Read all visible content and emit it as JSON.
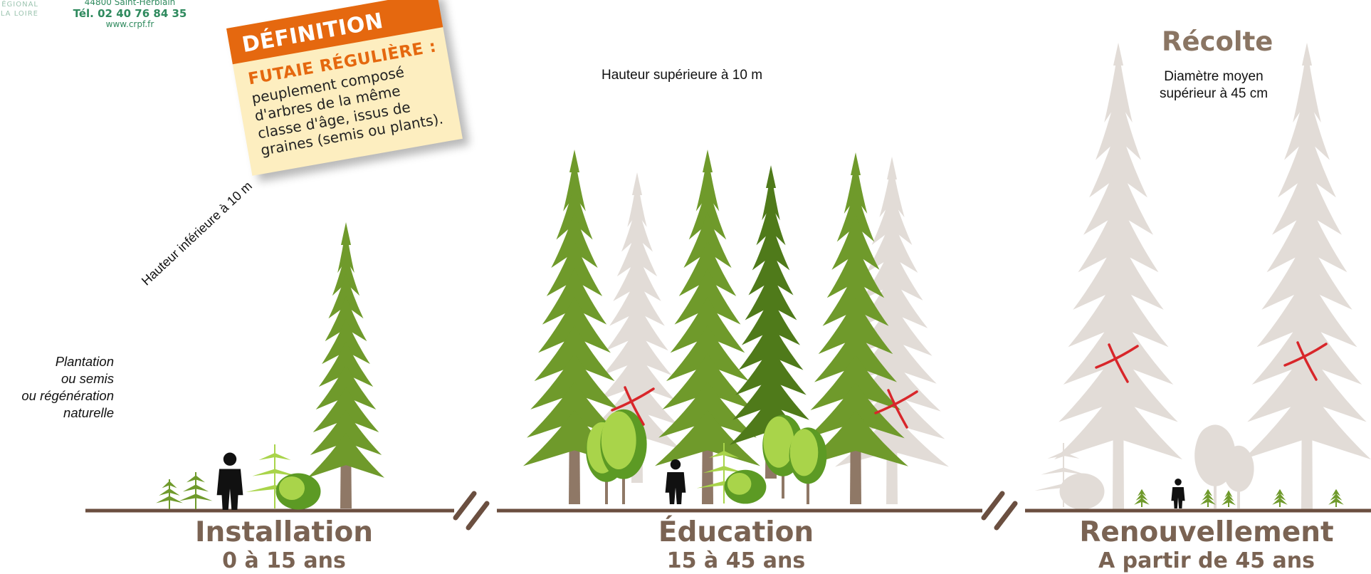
{
  "contact": {
    "address": "44800 Saint-Herblain",
    "phone": "Tél. 02 40 76 84 35",
    "website": "www.crpf.fr",
    "org_fragment_1": "ÉGIONAL",
    "org_fragment_2": "LA LOIRE"
  },
  "definition": {
    "heading": "DÉFINITION",
    "term": "FUTAIE RÉGULIÈRE :",
    "body_lines": [
      "peuplement composé",
      "d'arbres de la même",
      "classe d'âge, issus de",
      "graines (semis ou plants)."
    ]
  },
  "annotations": {
    "height_below": "Hauteur inférieure à 10 m",
    "planting_lines": [
      "Plantation",
      "ou semis",
      "ou régénération",
      "naturelle"
    ],
    "height_above": "Hauteur supérieure à 10 m",
    "harvest_title": "Récolte",
    "diameter_lines": [
      "Diamètre moyen",
      "supérieur à 45 cm"
    ]
  },
  "stages": [
    {
      "name": "Installation",
      "age": "0 à 15 ans"
    },
    {
      "name": "Éducation",
      "age": "15 à 45 ans"
    },
    {
      "name": "Renouvellement",
      "age": "A partir de 45 ans"
    }
  ],
  "colors": {
    "tree_green": "#6f9a2b",
    "tree_green_dark": "#4f7a1a",
    "trunk": "#8f7866",
    "ghost": "#e2dcd7",
    "ground": "#6b4f40",
    "cut_mark": "#d8262a",
    "broadleaf_light": "#a9d44a",
    "broadleaf_dark": "#5c9a24",
    "silhouette": "#111111",
    "accent_orange": "#e5680f",
    "card_background": "#fdeec0",
    "stage_text": "#7a6353"
  },
  "icons": [
    "conifer-tree-icon",
    "ghost-tree-icon",
    "cut-mark-icon",
    "person-silhouette-icon",
    "broadleaf-tree-icon",
    "bush-icon",
    "seedling-icon",
    "timeline-break-icon"
  ]
}
